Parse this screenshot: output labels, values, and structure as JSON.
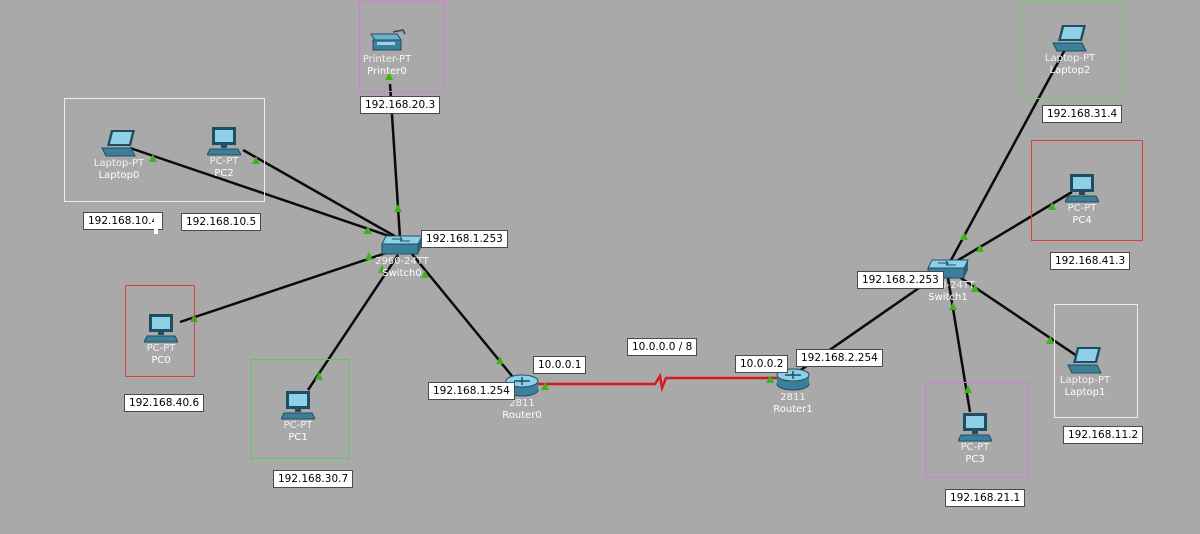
{
  "link_colors": {
    "ethernet": "#0a0a0a",
    "serial": "#d61a1a",
    "port_up": "#3fb21f"
  },
  "group_boxes": [
    {
      "id": "printer",
      "color": "#d77ad7"
    },
    {
      "id": "laptop0-pc2",
      "color": "#ececec"
    },
    {
      "id": "pc0",
      "color": "#d94040"
    },
    {
      "id": "pc1",
      "color": "#5cc75c"
    },
    {
      "id": "laptop2",
      "color": "#6fcf6f"
    },
    {
      "id": "pc4",
      "color": "#d94040"
    },
    {
      "id": "laptop1",
      "color": "#ececec"
    },
    {
      "id": "pc3",
      "color": "#d77ad7"
    }
  ],
  "devices": {
    "printer0": {
      "model": "Printer-PT",
      "name": "Printer0",
      "icon": "printer-icon"
    },
    "laptop0": {
      "model": "Laptop-PT",
      "name": "Laptop0",
      "icon": "laptop-icon"
    },
    "pc2": {
      "model": "PC-PT",
      "name": "PC2",
      "icon": "pc-icon"
    },
    "pc0": {
      "model": "PC-PT",
      "name": "PC0",
      "icon": "pc-icon"
    },
    "pc1": {
      "model": "PC-PT",
      "name": "PC1",
      "icon": "pc-icon"
    },
    "switch0": {
      "model": "2960-24TT",
      "name": "Switch0",
      "icon": "switch-icon"
    },
    "router0": {
      "model": "2811",
      "name": "Router0",
      "icon": "router-icon"
    },
    "router1": {
      "model": "2811",
      "name": "Router1",
      "icon": "router-icon"
    },
    "switch1": {
      "model": "2960-24TT",
      "name": "Switch1",
      "icon": "switch-icon"
    },
    "laptop2": {
      "model": "Laptop-PT",
      "name": "Laptop2",
      "icon": "laptop-icon"
    },
    "pc4": {
      "model": "PC-PT",
      "name": "PC4",
      "icon": "pc-icon"
    },
    "laptop1": {
      "model": "Laptop-PT",
      "name": "Laptop1",
      "icon": "laptop-icon"
    },
    "pc3": {
      "model": "PC-PT",
      "name": "PC3",
      "icon": "pc-icon"
    }
  },
  "ip_labels": {
    "printer0": "192.168.20.3",
    "laptop0": "192.168.10.4",
    "pc2": "192.168.10.5",
    "switch0": "192.168.1.253",
    "pc0": "192.168.40.6",
    "pc1": "192.168.30.7",
    "router0_lan": "192.168.1.254",
    "router0_wan": "10.0.0.1",
    "serial_net": "10.0.0.0 / 8",
    "router1_wan": "10.0.0.2",
    "router1_lan": "192.168.2.254",
    "switch1": "192.168.2.253",
    "laptop2": "192.168.31.4",
    "pc4": "192.168.41.3",
    "laptop1": "192.168.11.2",
    "pc3": "192.168.21.1"
  }
}
